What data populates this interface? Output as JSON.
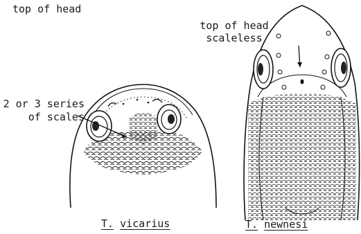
{
  "heading": "top of head",
  "left_figure": {
    "annotation_line1": "2 or 3 series",
    "annotation_line2": "of scales",
    "genus_abbrev": "T.",
    "species": "vicarius"
  },
  "right_figure": {
    "annotation_line1": "top of head",
    "annotation_line2": "scaleless",
    "genus_abbrev": "T.",
    "species": "newnesi"
  }
}
